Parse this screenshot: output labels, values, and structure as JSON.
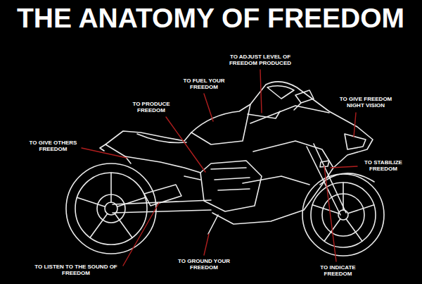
{
  "diagram": {
    "title": "THE ANATOMY OF FREEDOM",
    "labels": [
      "TO ADJUST LEVEL OF FREEDOM PRODUCED",
      "TO FUEL YOUR FREEDOM",
      "TO PRODUCE FREEDOM",
      "TO GIVE FREEDOM NIGHT VISION",
      "TO GIVE OTHERS FREEDOM",
      "TO STABILIZE FREEDOM",
      "TO LISTEN TO THE SOUND OF FREEDOM",
      "TO GROUND YOUR FREEDOM",
      "TO INDICATE FREEDOM"
    ]
  }
}
